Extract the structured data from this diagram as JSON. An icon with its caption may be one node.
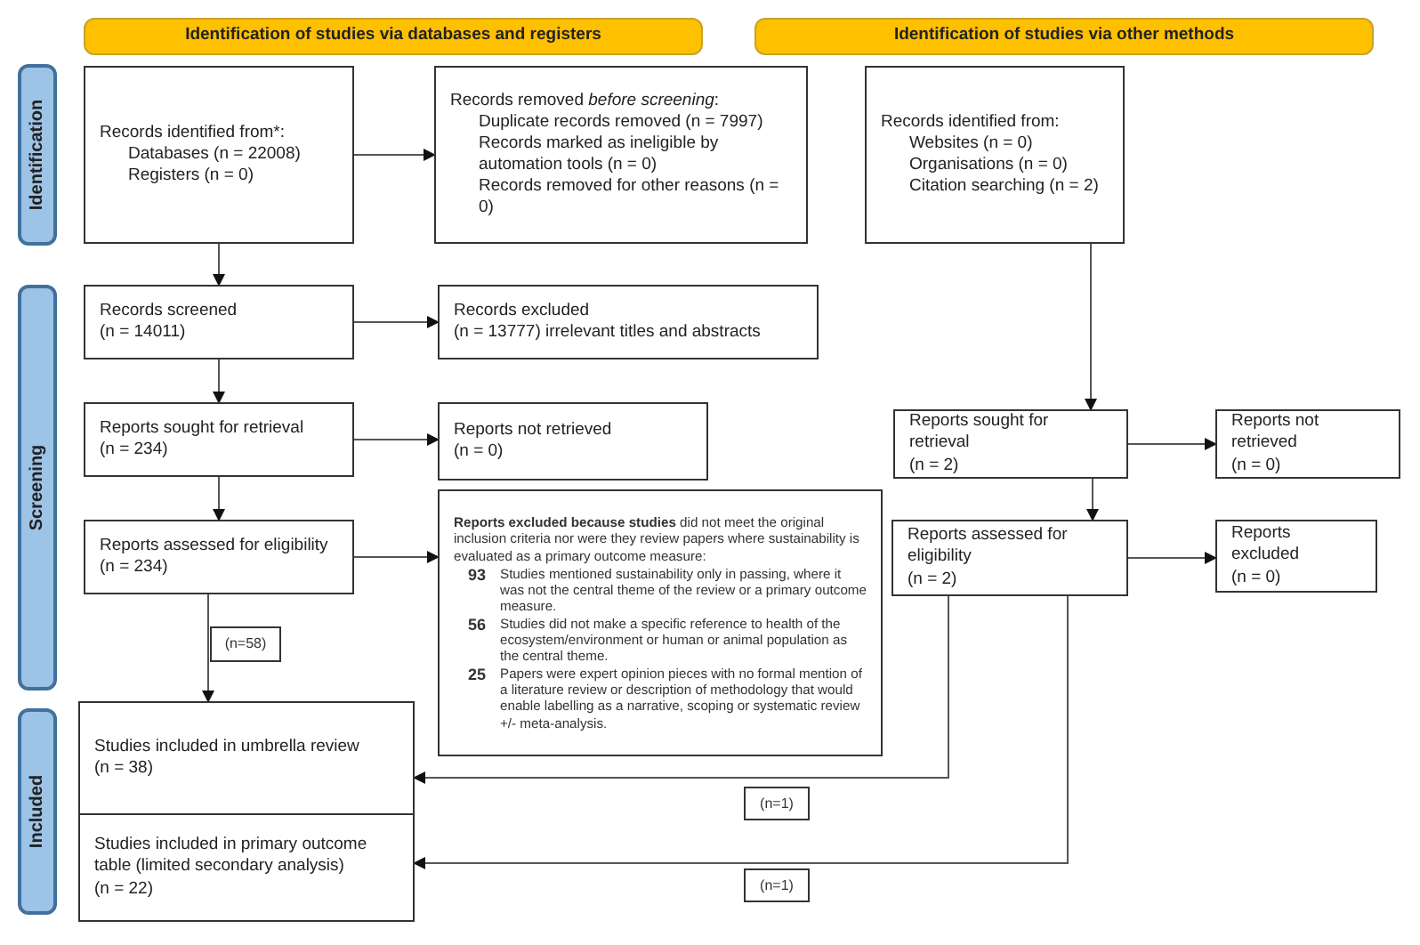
{
  "diagram": {
    "nodes": [
      {
        "text": [
          "Identification of studies via databases and registers"
        ]
      },
      {
        "text": [
          "Identification of studies via other methods"
        ]
      },
      {
        "text": [
          "Identification"
        ]
      },
      {
        "text": [
          "Screening"
        ]
      },
      {
        "text": [
          "Included"
        ]
      },
      {
        "text": [
          "Records identified from*:",
          "Databases (n = 22008)",
          "Registers (n = 0)"
        ]
      },
      {
        "text": [
          "Records removed *before screening*:",
          "Duplicate records removed (n = 7997)",
          "Records marked as ineligible by automation tools (n = 0)",
          "Records removed for other reasons (n = 0)"
        ]
      },
      {
        "text": [
          "Records identified from:",
          "Websites (n = 0)",
          "Organisations (n = 0)",
          "Citation searching (n = 2)"
        ]
      },
      {
        "text": [
          "Records screened",
          "(n = 14011)"
        ]
      },
      {
        "text": [
          "Records excluded",
          "(n = 13777) irrelevant titles and abstracts"
        ]
      },
      {
        "text": [
          "Reports sought for retrieval",
          "(n = 234)"
        ]
      },
      {
        "text": [
          "Reports not retrieved",
          "(n = 0)"
        ]
      },
      {
        "text": [
          "Reports assessed for eligibility",
          "(n = 234)"
        ]
      },
      {
        "text": [
          "**Reports excluded because studies** did not meet the original inclusion criteria nor were they review papers where sustainability is evaluated as a primary outcome measure:",
          "93",
          "Studies mentioned sustainability only in passing, where it was not the central theme of the review or a primary outcome measure.",
          "56",
          "Studies did not make a specific reference to health of the ecosystem/environment or human or animal population as the central theme.",
          "25",
          "Papers were expert opinion pieces with no formal mention of a literature review or description of methodology that would enable labelling as a narrative, scoping or systematic review +/- meta-analysis."
        ]
      },
      {
        "text": [
          "Reports sought for retrieval",
          "(n = 2)"
        ]
      },
      {
        "text": [
          "Reports not retrieved",
          "(n = 0)"
        ]
      },
      {
        "text": [
          "Reports assessed for eligibility",
          "(n = 2)"
        ]
      },
      {
        "text": [
          "Reports excluded",
          "(n = 0)"
        ]
      },
      {
        "text": [
          "Studies included in umbrella review",
          "(n = 38)"
        ]
      },
      {
        "text": [
          "Studies included in primary outcome table (limited secondary analysis)",
          "(n = 22)"
        ]
      }
    ],
    "edges": [
      {
        "from": 5,
        "to": 6,
        "arrow": "to"
      },
      {
        "from": 5,
        "to": 8,
        "arrow": "to"
      },
      {
        "from": 8,
        "to": 9,
        "arrow": "to"
      },
      {
        "from": 8,
        "to": 10,
        "arrow": "to"
      },
      {
        "from": 10,
        "to": 11,
        "arrow": "to"
      },
      {
        "from": 10,
        "to": 12,
        "arrow": "to"
      },
      {
        "from": 12,
        "to": 13,
        "arrow": "to"
      },
      {
        "from": 12,
        "to": 18,
        "arrow": "to",
        "label": "(n=58)"
      },
      {
        "from": 7,
        "to": 14,
        "arrow": "to"
      },
      {
        "from": 14,
        "to": 15,
        "arrow": "to"
      },
      {
        "from": 14,
        "to": 16,
        "arrow": "to"
      },
      {
        "from": 16,
        "to": 17,
        "arrow": "to"
      },
      {
        "from": 16,
        "to": 18,
        "arrow": "to",
        "label": "(n=1)"
      },
      {
        "from": 16,
        "to": 19,
        "arrow": "to",
        "label": "(n=1)"
      }
    ]
  }
}
